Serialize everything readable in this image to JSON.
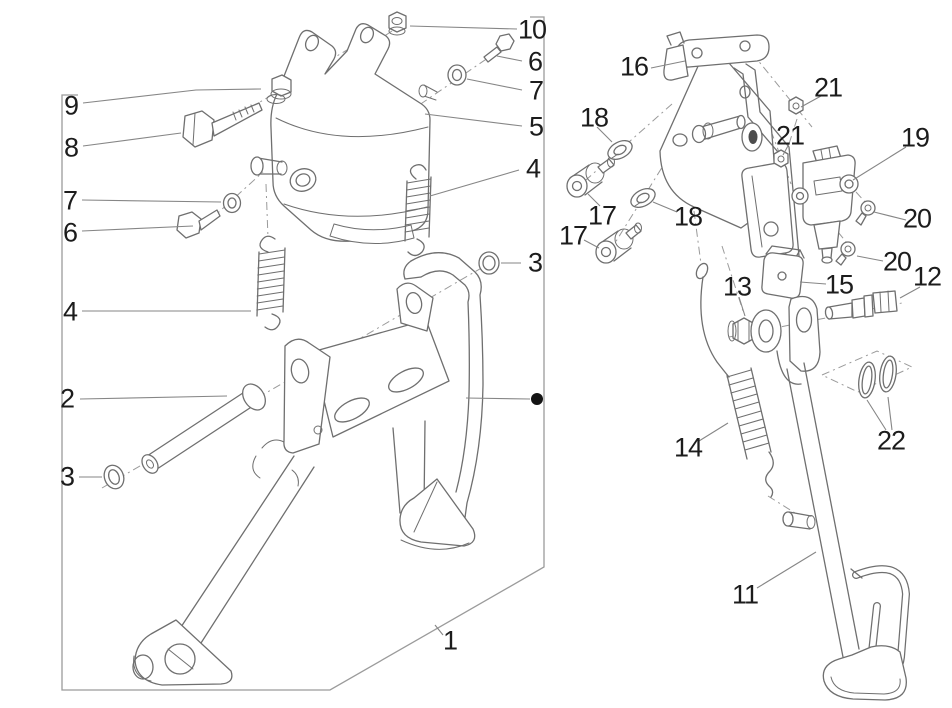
{
  "document": {
    "type": "exploded_parts_diagram",
    "background_color": "#ffffff",
    "part_line_color": "#6f6f6f",
    "leader_line_color": "#868686",
    "border_color": "#9b9b9b",
    "label_color": "#1c1c1c",
    "reference_dot_color": "#141414"
  },
  "figures": {
    "left": {
      "name": "center-stand exploded view",
      "callout_labels": [
        "9",
        "8",
        "7",
        "6",
        "4",
        "2",
        "3",
        "1",
        "10",
        "6",
        "7",
        "5",
        "4",
        "3"
      ],
      "has_reference_dot": true
    },
    "right": {
      "name": "side-stand exploded view",
      "callout_labels": [
        "16",
        "18",
        "17",
        "17",
        "18",
        "21",
        "21",
        "19",
        "20",
        "20",
        "15",
        "12",
        "13",
        "14",
        "11",
        "22"
      ]
    }
  },
  "callouts": [
    {
      "label": "9",
      "figure": "left"
    },
    {
      "label": "8",
      "figure": "left"
    },
    {
      "label": "7",
      "figure": "left"
    },
    {
      "label": "6",
      "figure": "left"
    },
    {
      "label": "4",
      "figure": "left"
    },
    {
      "label": "2",
      "figure": "left"
    },
    {
      "label": "3",
      "figure": "left"
    },
    {
      "label": "1",
      "figure": "left"
    },
    {
      "label": "10",
      "figure": "left"
    },
    {
      "label": "6",
      "figure": "left"
    },
    {
      "label": "7",
      "figure": "left"
    },
    {
      "label": "5",
      "figure": "left"
    },
    {
      "label": "4",
      "figure": "left"
    },
    {
      "label": "3",
      "figure": "left"
    },
    {
      "label": "16",
      "figure": "right"
    },
    {
      "label": "18",
      "figure": "right"
    },
    {
      "label": "17",
      "figure": "right"
    },
    {
      "label": "17",
      "figure": "right"
    },
    {
      "label": "18",
      "figure": "right"
    },
    {
      "label": "21",
      "figure": "right"
    },
    {
      "label": "21",
      "figure": "right"
    },
    {
      "label": "19",
      "figure": "right"
    },
    {
      "label": "20",
      "figure": "right"
    },
    {
      "label": "20",
      "figure": "right"
    },
    {
      "label": "15",
      "figure": "right"
    },
    {
      "label": "12",
      "figure": "right"
    },
    {
      "label": "13",
      "figure": "right"
    },
    {
      "label": "14",
      "figure": "right"
    },
    {
      "label": "11",
      "figure": "right"
    },
    {
      "label": "22",
      "figure": "right"
    }
  ]
}
